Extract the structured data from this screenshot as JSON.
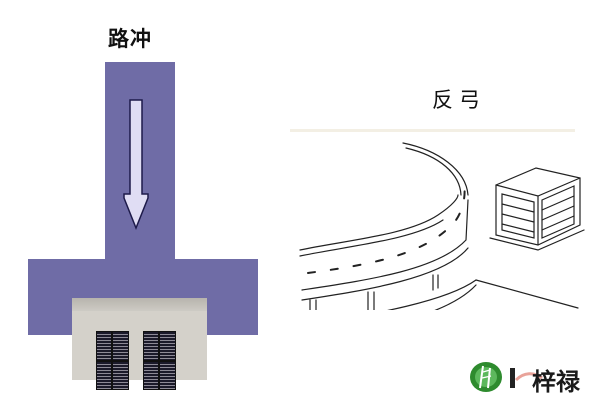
{
  "diagrams": [
    {
      "id": "left",
      "title": "路冲",
      "description": "T-junction road pointing straight at a building",
      "colors": {
        "road": "#6f6ca6",
        "arrow_fill": "#e0ddf4",
        "arrow_stroke": "#1d1a4a",
        "building": "#d4d1ca",
        "windows": "#1b1a2a"
      }
    },
    {
      "id": "right",
      "title": "反弓",
      "description": "Curved elevated road arcing away from a building"
    }
  ],
  "logo": {
    "text": "梓禄",
    "icon": "bamboo-circle-icon",
    "colors": {
      "circle": "#2e8b2e",
      "text": "#1a1a1a",
      "swoosh": "#e9a39a"
    }
  }
}
